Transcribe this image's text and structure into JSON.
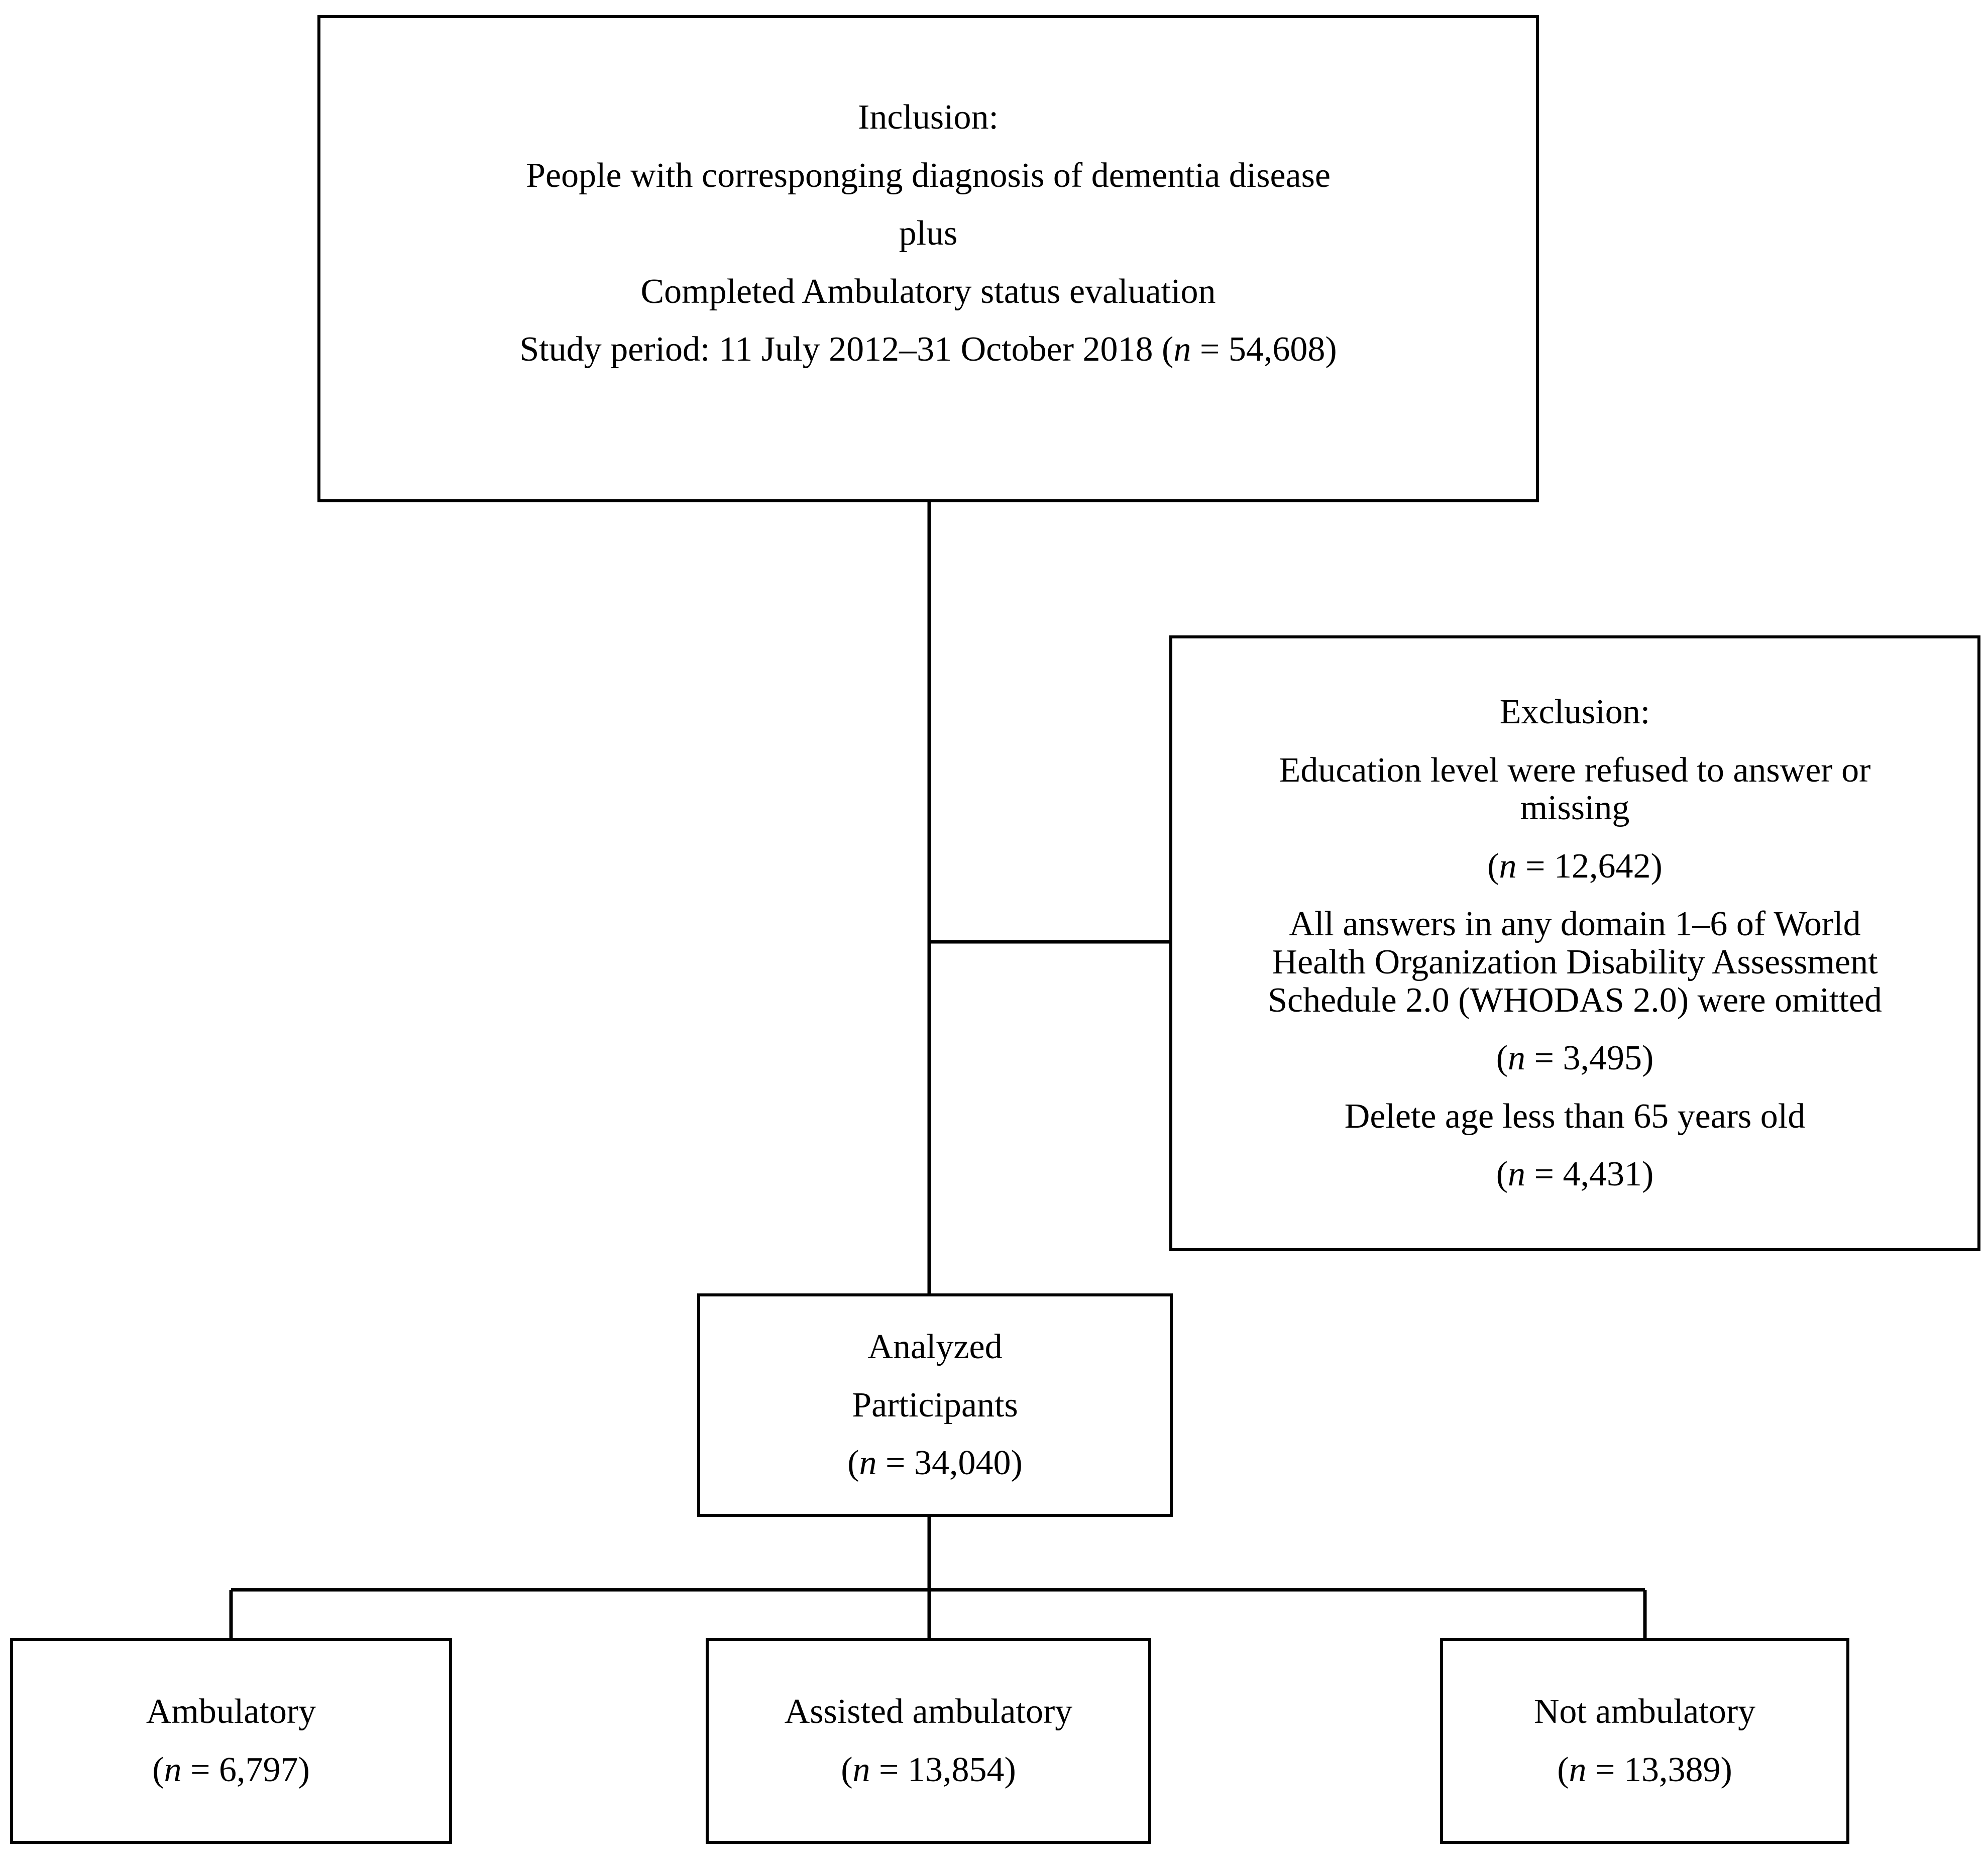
{
  "inclusion": {
    "heading": "Inclusion:",
    "line1": "People with corresponging diagnosis of dementia disease",
    "line2": "plus",
    "line3": "Completed Ambulatory  status evaluation",
    "period_prefix": "Study period: 11 July 2012–31 October 2018 (",
    "n_symbol": "n",
    "n_value": " = 54,608)"
  },
  "exclusion": {
    "heading": "Exclusion:",
    "reason1_line1": "Education level were refused to answer or",
    "reason1_line2": "missing",
    "reason1_n": " = 12,642)",
    "reason2_line1": "All answers in any domain 1–6 of World",
    "reason2_line2": "Health Organization Disability Assessment",
    "reason2_line3": "Schedule 2.0 (WHODAS 2.0) were omitted",
    "reason2_n": " = 3,495)",
    "reason3_line1": "Delete age less than 65 years old",
    "reason3_n": " = 4,431)"
  },
  "analyzed": {
    "line1": "Analyzed",
    "line2": "Participants",
    "n_value": " = 34,040)"
  },
  "groups": [
    {
      "label": "Ambulatory",
      "n_value": " = 6,797)"
    },
    {
      "label": "Assisted ambulatory",
      "n_value": " = 13,854)"
    },
    {
      "label": "Not ambulatory",
      "n_value": " = 13,389)"
    }
  ],
  "n_open": "(",
  "n_symbol": "n",
  "colors": {
    "stroke": "#000000",
    "background": "#ffffff"
  }
}
